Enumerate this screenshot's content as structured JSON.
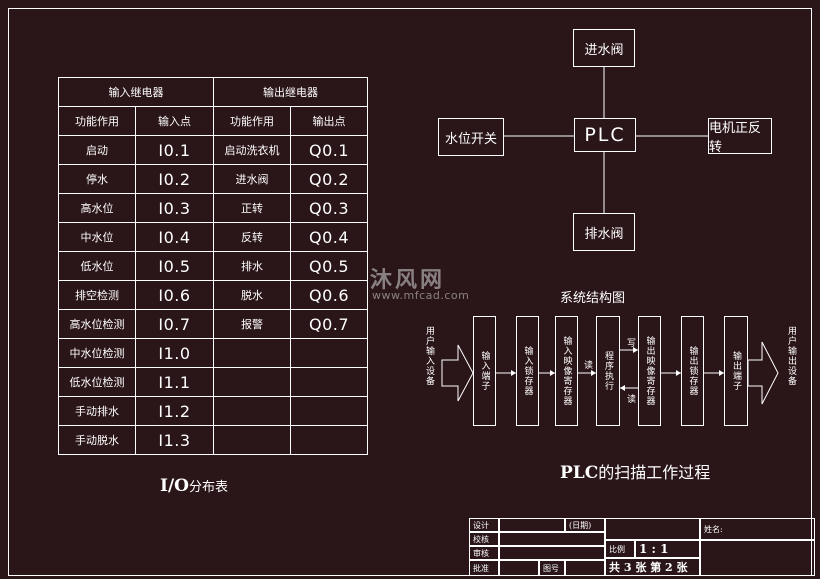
{
  "io_table": {
    "header_input": "输入继电器",
    "header_output": "输出继电器",
    "col_in_func": "功能作用",
    "col_in_point": "输入点",
    "col_out_func": "功能作用",
    "col_out_point": "输出点",
    "rows": [
      {
        "in_func": "启动",
        "in_point": "I0.1",
        "out_func": "启动洗衣机",
        "out_point": "Q0.1"
      },
      {
        "in_func": "停水",
        "in_point": "I0.2",
        "out_func": "进水阀",
        "out_point": "Q0.2"
      },
      {
        "in_func": "高水位",
        "in_point": "I0.3",
        "out_func": "正转",
        "out_point": "Q0.3"
      },
      {
        "in_func": "中水位",
        "in_point": "I0.4",
        "out_func": "反转",
        "out_point": "Q0.4"
      },
      {
        "in_func": "低水位",
        "in_point": "I0.5",
        "out_func": "排水",
        "out_point": "Q0.5"
      },
      {
        "in_func": "排空检测",
        "in_point": "I0.6",
        "out_func": "脱水",
        "out_point": "Q0.6"
      },
      {
        "in_func": "高水位检测",
        "in_point": "I0.7",
        "out_func": "报警",
        "out_point": "Q0.7"
      },
      {
        "in_func": "中水位检测",
        "in_point": "I1.0",
        "out_func": "",
        "out_point": ""
      },
      {
        "in_func": "低水位检测",
        "in_point": "I1.1",
        "out_func": "",
        "out_point": ""
      },
      {
        "in_func": "手动排水",
        "in_point": "I1.2",
        "out_func": "",
        "out_point": ""
      },
      {
        "in_func": "手动脱水",
        "in_point": "I1.3",
        "out_func": "",
        "out_point": ""
      }
    ],
    "caption_io": "I/O",
    "caption_rest": "分布表"
  },
  "structure": {
    "center": "PLC",
    "top": "进水阀",
    "bottom": "排水阀",
    "left": "水位开关",
    "right": "电机正反转",
    "caption": "系统结构图"
  },
  "scan": {
    "user_input": "用户输入设备",
    "input_terminal": "输入端子",
    "input_register": "输入锁存器",
    "input_image": "输入映像寄存器",
    "program_exec": "程序执行",
    "read_label": "读",
    "write_label": "写",
    "output_image": "输出映像寄存器",
    "output_latch": "输出锁存器",
    "output_terminal": "输出端子",
    "user_output": "用户输出设备",
    "caption_bold": "PLC",
    "caption_rest": "的扫描工作过程"
  },
  "watermark": {
    "brand": "沐风网",
    "url": "www.mfcad.com"
  },
  "title_block": {
    "design": "设计",
    "check": "校核",
    "review": "审核",
    "approve": "批准",
    "date": "(日期)",
    "drawing_no": "图号",
    "name_label": "姓名:",
    "scale_label": "比例",
    "scale_value": "1 : 1",
    "total_label": "共",
    "total_value": "3",
    "sheet_unit": "张",
    "sheet_label": "第",
    "sheet_value": "2",
    "sheet_unit2": "张"
  },
  "colors": {
    "background": "#2a1518",
    "line": "#ffffff"
  }
}
